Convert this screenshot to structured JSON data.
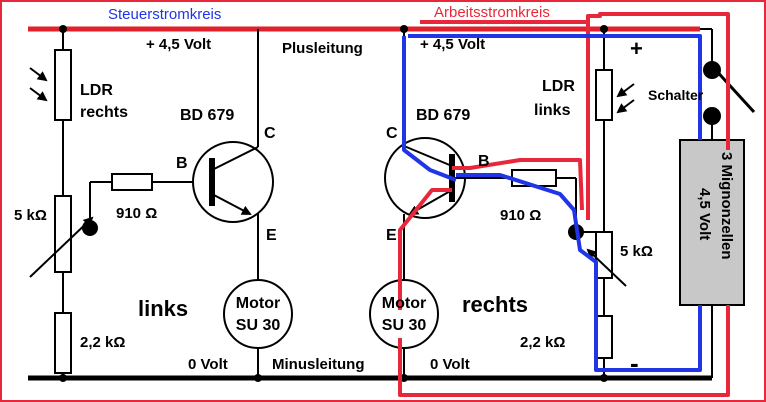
{
  "titles": {
    "left": "Steuerstromkreis",
    "right": "Arbeitsstromkreis"
  },
  "labels": {
    "plus_left": "+ 4,5 Volt",
    "plusleitung": "Plusleitung",
    "plus_right": "+ 4,5 Volt",
    "plus_sign": "+",
    "minus_sign": "-",
    "ldr_left_1": "LDR",
    "ldr_left_2": "rechts",
    "ldr_right_1": "LDR",
    "ldr_right_2": "links",
    "transistor_left": "BD 679",
    "transistor_right": "BD 679",
    "c_left": "C",
    "b_left": "B",
    "e_left": "E",
    "c_right": "C",
    "b_right": "B",
    "e_right": "E",
    "pot_left": "5 kΩ",
    "pot_right": "5 kΩ",
    "res910_left": "910 Ω",
    "res910_right": "910 Ω",
    "res22_left": "2,2 kΩ",
    "res22_right": "2,2 kΩ",
    "side_left": "links",
    "side_right": "rechts",
    "motor_left_1": "Motor",
    "motor_left_2": "SU 30",
    "motor_right_1": "Motor",
    "motor_right_2": "SU 30",
    "volt0_left": "0 Volt",
    "minusleitung": "Minusleitung",
    "volt0_right": "0 Volt",
    "schalter": "Schalter",
    "battery_1": "3 Mignonzellen",
    "battery_2": "4,5 Volt"
  },
  "colors": {
    "wire": "#000000",
    "plus_line": "#e0202a",
    "highlight_red": "#e8283a",
    "highlight_blue": "#1f35e6",
    "battery_fill": "#c8c8c8",
    "title_left": "#1f35e6",
    "title_right": "#e8283a",
    "border": "#e8283a"
  }
}
